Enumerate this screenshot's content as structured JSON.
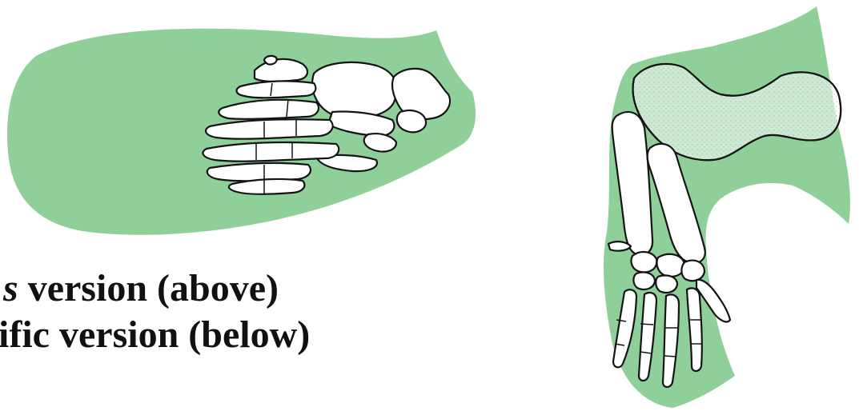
{
  "caption": {
    "line1_italic": "s",
    "line1_text": " version (above)",
    "line2_text": "ific version (below)"
  },
  "colors": {
    "membrane": "#8fcf99",
    "bone_fill": "#ffffff",
    "bone_outline": "#141414"
  },
  "figures": [
    {
      "name": "upper-flipper-figure",
      "description_icon": "flipper-bones-icon"
    },
    {
      "name": "lower-limb-figure",
      "description_icon": "arm-hand-bones-icon"
    }
  ]
}
